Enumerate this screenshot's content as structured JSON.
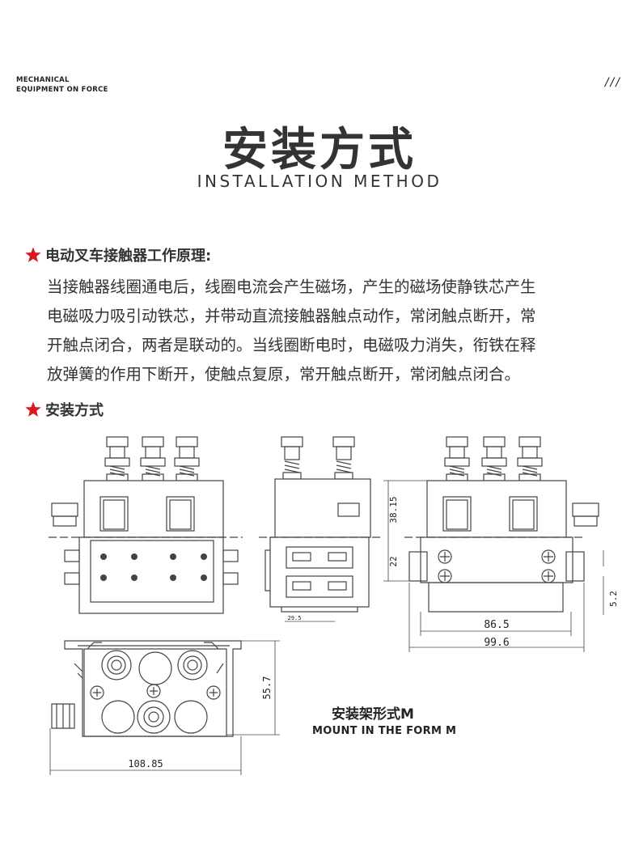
{
  "header": {
    "brand_line1": "MECHANICAL",
    "brand_line2": "EQUIPMENT ON FORCE",
    "decor": "///",
    "title_cn": "安装方式",
    "title_en": "INSTALLATION METHOD"
  },
  "section1": {
    "heading": "电动叉车接触器工作原理:",
    "lines": [
      "当接触器线圈通电后，线圈电流会产生磁场，产生的磁场使静铁芯产生",
      "电磁吸力吸引动铁芯，并带动直流接触器触点动作，常闭触点断开，常",
      "开触点闭合，两者是联动的。当线圈断电时，电磁吸力消失，衔铁在释",
      "放弹簧的作用下断开，使触点复原，常开触点断开，常闭触点闭合。"
    ]
  },
  "section2": {
    "heading": "安装方式"
  },
  "drawing": {
    "dims": {
      "d1": "38.15",
      "d2": "22",
      "d3": "5.2",
      "d4": "86.5",
      "d5": "99.6",
      "d6": "29.5",
      "d7": "55.7",
      "d8": "108.85"
    },
    "caption_cn": "安装架形式M",
    "caption_en": "MOUNT IN THE FORM M"
  },
  "colors": {
    "accent_star": "#d61a1f",
    "text": "#333333"
  }
}
